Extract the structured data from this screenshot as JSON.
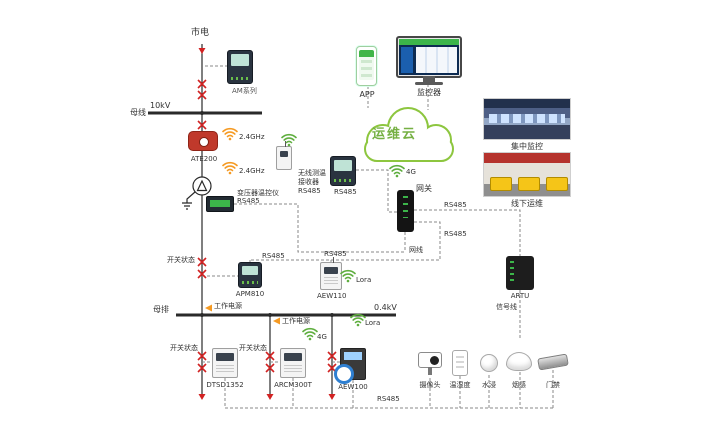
{
  "colors": {
    "line": "#2a2a2a",
    "dashed": "#8a8a8a",
    "breaker_red": "#d22222",
    "power_orange": "#f59a23",
    "wireless_green": "#5fae3f",
    "wireless_orange": "#f59a23",
    "cloud_green": "#8dc63f"
  },
  "icons": {
    "wireless": "wifi-arcs",
    "flow_arrow": "red-triangle-down",
    "power_arrow": "orange-triangle-left",
    "breaker": "red-x-mark"
  },
  "labels": {
    "shidian": "市电",
    "am_series": "AM系列",
    "kv10": "10kV",
    "muxian": "母线",
    "ghz_1": "2.4GHz",
    "ate200": "ATE200",
    "ghz_2": "2.4GHz",
    "wuxian_cewen": "无线测温",
    "jieshouqi": "接收器",
    "rs485_receiver": "RS485",
    "rs485_meter": "RS485",
    "bianyaqi": "变压器温控仪",
    "rs485_transformer": "RS485",
    "app": "APP",
    "jiankongqi": "监控器",
    "yunweiyun": "运维云",
    "g4_gateway": "4G",
    "wangguan": "网关",
    "jizhong": "集中监控",
    "xianxia": "线下运维",
    "rs485_artu_line": "RS485",
    "rs485_mid": "RS485",
    "kaiguan_1": "开关状态",
    "rs485_apm": "RS485",
    "rs485_aew110": "RS485",
    "apm810": "APM810",
    "aew110": "AEW110",
    "lora_1": "Lora",
    "wangxian": "网线",
    "artu": "ARTU",
    "xinhaoxian": "信号线",
    "mupai": "母排",
    "gongzuo_1": "工作电源",
    "gongzuo_2": "工作电源",
    "kv04": "0.4kV",
    "kaiguan_2": "开关状态",
    "kaiguan_3": "开关状态",
    "g4_arcm": "4G",
    "lora_2": "Lora",
    "dtsd": "DTSD1352",
    "arcm": "ARCM300T",
    "aew100": "AEW100",
    "rs485_bottom": "RS485",
    "shexiangtou": "摄像头",
    "wenshidu": "温湿度",
    "shuijin": "水浸",
    "yangan": "烟感",
    "menjin": "门禁"
  }
}
